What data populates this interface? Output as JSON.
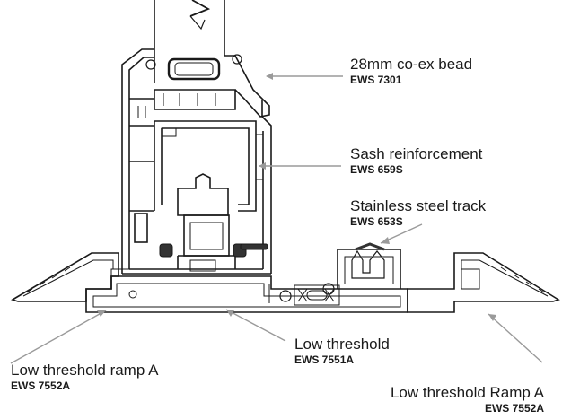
{
  "labels": {
    "bead": {
      "title": "28mm co-ex bead",
      "code": "EWS 7301"
    },
    "reinforcement": {
      "title": "Sash reinforcement",
      "code": "EWS 659S"
    },
    "track": {
      "title": "Stainless steel track",
      "code": "EWS 653S"
    },
    "threshold": {
      "title": "Low threshold",
      "code": "EWS 7551A"
    },
    "ramp_left": {
      "title": "Low threshold ramp A",
      "code": "EWS 7552A"
    },
    "ramp_right": {
      "title": "Low threshold Ramp A",
      "code": "EWS 7552A"
    }
  },
  "colors": {
    "outline": "#1a1a1a",
    "leader": "#9a9a9a",
    "gasket": "#333333"
  }
}
